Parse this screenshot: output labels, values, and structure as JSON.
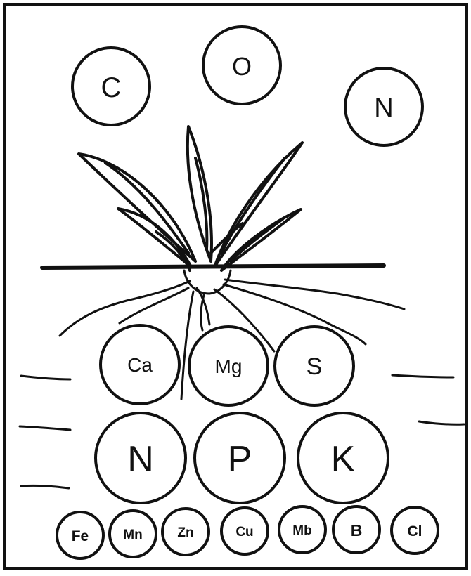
{
  "air": {
    "elements": [
      "C",
      "O",
      "N"
    ]
  },
  "soil": {
    "secondary": [
      "Ca",
      "Mg",
      "S"
    ],
    "primary": [
      "N",
      "P",
      "K"
    ],
    "micro": [
      "Fe",
      "Mn",
      "Zn",
      "Cu",
      "Mb",
      "B",
      "Cl"
    ]
  },
  "colors": {
    "ink": "#111111",
    "paper": "#ffffff"
  }
}
